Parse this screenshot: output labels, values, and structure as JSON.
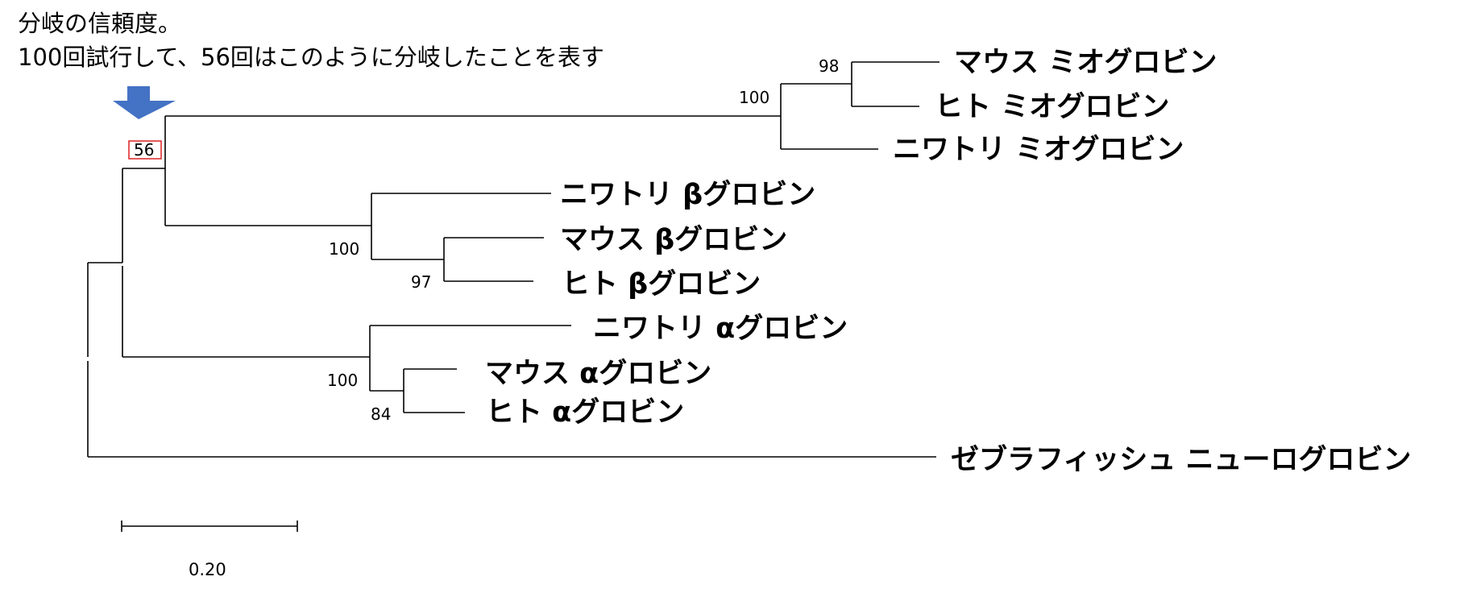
{
  "annotation": {
    "line1": "分岐の信頼度。",
    "line2": "100回試行して、56回はこのように分岐したことを表す"
  },
  "colors": {
    "arrow": "#4472C4",
    "highlight_box": "#E03030",
    "branch": "#000000"
  },
  "tree": {
    "leaves": [
      "マウス ミオグロビン",
      "ヒト ミオグロビン",
      "ニワトリ ミオグロビン",
      "ニワトリ βグロビン",
      "マウス βグロビン",
      "ヒト βグロビン",
      "ニワトリ αグロビン",
      "マウス αグロビン",
      "ヒト αグロビン",
      "ゼブラフィッシュ ニューログロビン"
    ],
    "support": {
      "myo_mouse_human": "98",
      "myoglobin": "100",
      "highlighted": "56",
      "beta": "100",
      "beta_mouse_human": "97",
      "alpha": "100",
      "alpha_mouse_human": "84"
    }
  },
  "scale_bar": {
    "label": "0.20"
  }
}
